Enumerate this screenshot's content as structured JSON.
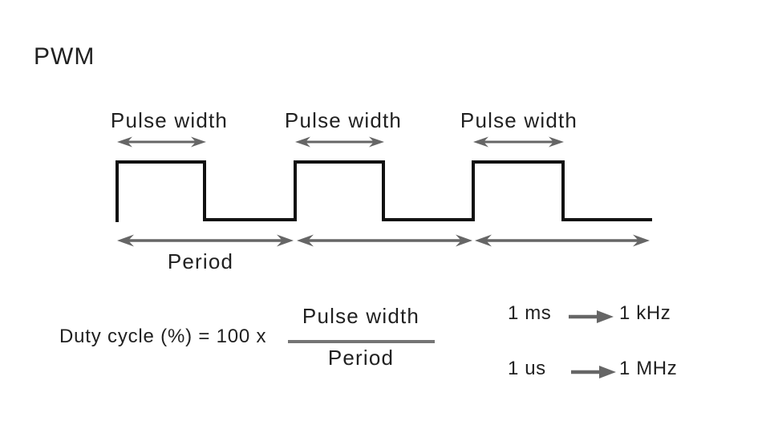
{
  "title": "PWM",
  "diagram": {
    "pulse_width_labels": [
      "Pulse width",
      "Pulse width",
      "Pulse width"
    ],
    "period_label": "Period"
  },
  "formula": {
    "prefix": "Duty cycle (%) = 100 x",
    "numerator": "Pulse width",
    "denominator": "Period"
  },
  "conversions": [
    {
      "from": "1 ms",
      "to": "1 kHz"
    },
    {
      "from": "1 us",
      "to": "1 MHz"
    }
  ],
  "colors": {
    "signal": "#111111",
    "arrow": "#666666",
    "text": "#212121",
    "fraction_bar": "#757575"
  }
}
